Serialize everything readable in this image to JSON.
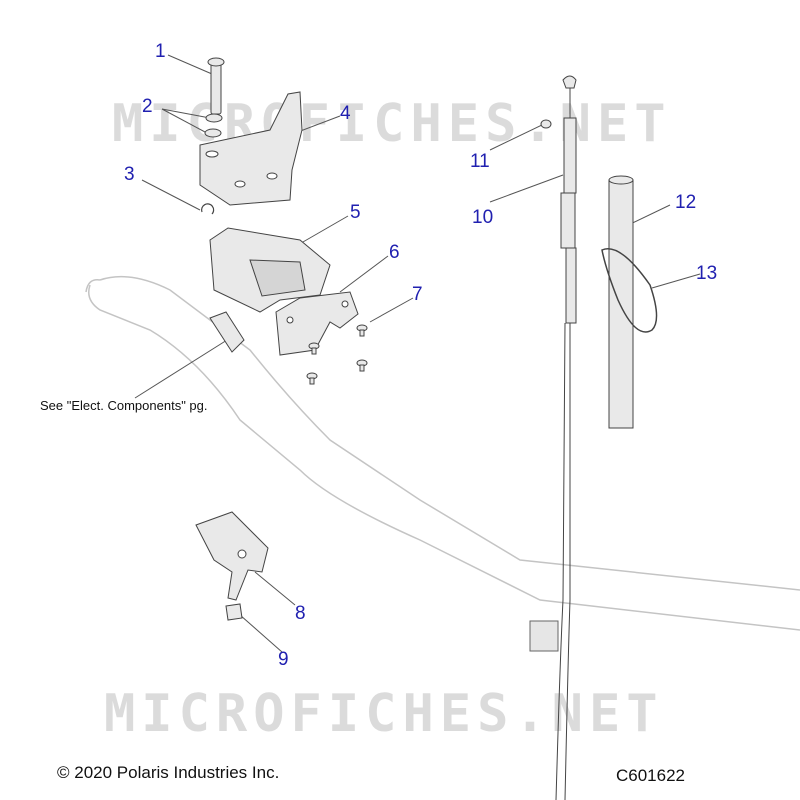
{
  "diagram": {
    "watermark_text": "MICROFICHES.NET",
    "note": "See \"Elect. Components\" pg.",
    "copyright": "© 2020 Polaris Industries Inc.",
    "diagram_code": "C601622",
    "callouts": [
      "1",
      "2",
      "3",
      "4",
      "5",
      "6",
      "7",
      "8",
      "9",
      "10",
      "11",
      "12",
      "13"
    ],
    "colors": {
      "callout": "#2020b0",
      "line": "#555555",
      "part_fill": "#e9e9e9",
      "part_stroke": "#444444",
      "frame_stroke": "#bbbbbb"
    }
  }
}
